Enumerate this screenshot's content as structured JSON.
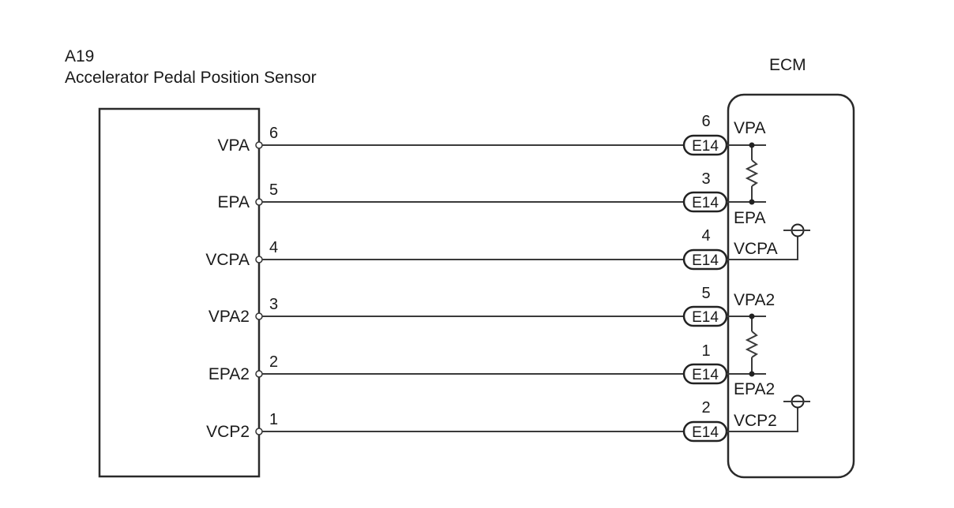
{
  "sensor": {
    "id": "A19",
    "name": "Accelerator Pedal Position Sensor"
  },
  "ecm": {
    "title": "ECM"
  },
  "wires": [
    {
      "sensor_terminal": "VPA",
      "sensor_pin": "6",
      "connector": "E14",
      "ecm_pin": "6",
      "ecm_terminal": "VPA"
    },
    {
      "sensor_terminal": "EPA",
      "sensor_pin": "5",
      "connector": "E14",
      "ecm_pin": "3",
      "ecm_terminal": "EPA"
    },
    {
      "sensor_terminal": "VCPA",
      "sensor_pin": "4",
      "connector": "E14",
      "ecm_pin": "4",
      "ecm_terminal": "VCPA"
    },
    {
      "sensor_terminal": "VPA2",
      "sensor_pin": "3",
      "connector": "E14",
      "ecm_pin": "5",
      "ecm_terminal": "VPA2"
    },
    {
      "sensor_terminal": "EPA2",
      "sensor_pin": "2",
      "connector": "E14",
      "ecm_pin": "1",
      "ecm_terminal": "EPA2"
    },
    {
      "sensor_terminal": "VCP2",
      "sensor_pin": "1",
      "connector": "E14",
      "ecm_pin": "2",
      "ecm_terminal": "VCP2"
    }
  ],
  "icons": [
    "resistor-icon",
    "power-supply-icon",
    "junction-dot-icon",
    "connector-icon"
  ]
}
